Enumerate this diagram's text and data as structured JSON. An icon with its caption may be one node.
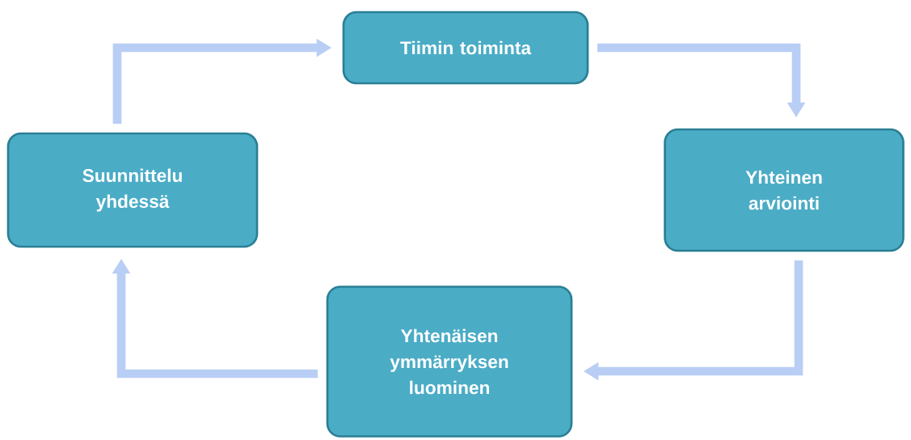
{
  "diagram": {
    "nodes": [
      {
        "text": [
          "Tiimin toiminta"
        ]
      },
      {
        "text": [
          "Yhteinen arviointi"
        ]
      },
      {
        "text": [
          "Yhtenäisen ymmärryksen luominen"
        ]
      },
      {
        "text": [
          "Suunnittelu yhdessä"
        ]
      }
    ],
    "edges": [
      {
        "from": 3,
        "to": 0,
        "arrow": "to"
      },
      {
        "from": 0,
        "to": 1,
        "arrow": "to"
      },
      {
        "from": 1,
        "to": 2,
        "arrow": "to"
      },
      {
        "from": 2,
        "to": 3,
        "arrow": "to"
      }
    ]
  }
}
